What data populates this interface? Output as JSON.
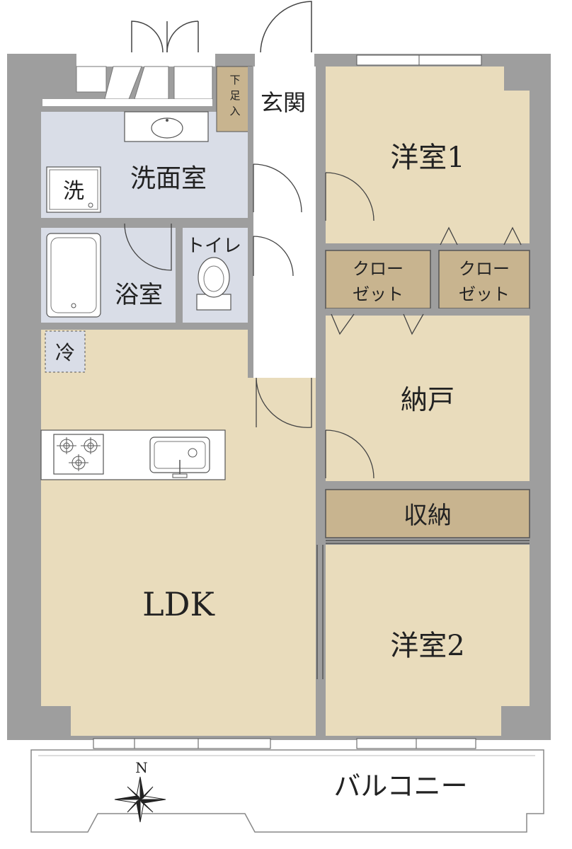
{
  "rooms": {
    "entrance": "玄関",
    "shoe_storage": "下足入",
    "washroom": "洗面室",
    "washer": "洗",
    "bath": "浴室",
    "toilet": "トイレ",
    "fridge": "冷",
    "western1": "洋室1",
    "closet_left_line1": "クロー",
    "closet_left_line2": "ゼット",
    "closet_right_line1": "クロー",
    "closet_right_line2": "ゼット",
    "storeroom": "納戸",
    "storage": "収納",
    "ldk": "LDK",
    "western2": "洋室2",
    "balcony": "バルコニー"
  },
  "compass": {
    "north": "N"
  },
  "colors": {
    "wall": "#9e9e9e",
    "living_floor": "#e9dcbc",
    "wet_area": "#d9dde7",
    "storage": "#c8b48f",
    "hallway": "#ffffff"
  }
}
